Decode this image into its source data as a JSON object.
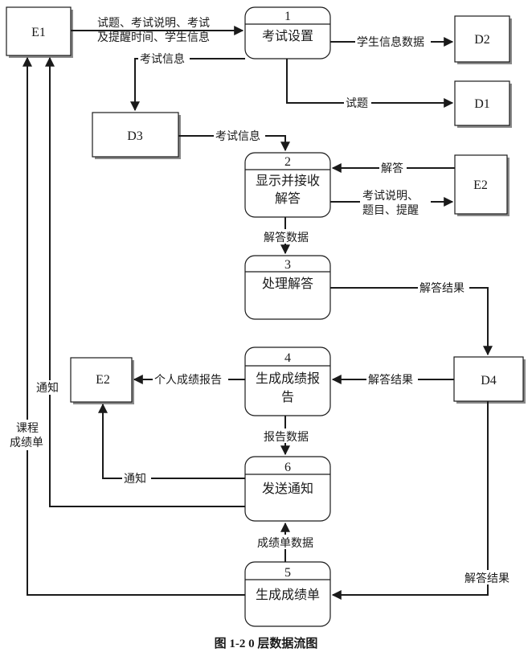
{
  "entities": {
    "e1": "E1",
    "e2_right": "E2",
    "e2_left": "E2",
    "d1": "D1",
    "d2": "D2",
    "d3": "D3",
    "d4": "D4"
  },
  "processes": {
    "p1": {
      "num": "1",
      "name": "考试设置"
    },
    "p2": {
      "num": "2",
      "line1": "显示并接收",
      "line2": "解答"
    },
    "p3": {
      "num": "3",
      "name": "处理解答"
    },
    "p4": {
      "num": "4",
      "line1": "生成成绩报",
      "line2": "告"
    },
    "p6": {
      "num": "6",
      "name": "发送通知"
    },
    "p5": {
      "num": "5",
      "name": "生成成绩单"
    }
  },
  "flows": {
    "e1_p1_line1": "试题、考试说明、考试",
    "e1_p1_line2": "及提醒时间、学生信息",
    "p1_d2": "学生信息数据",
    "p1_d3": "考试信息",
    "p1_d1": "试题",
    "d3_p2": "考试信息",
    "e2_p2": "解答",
    "p2_e2_line1": "考试说明、",
    "p2_e2_line2": "题目、提醒",
    "p2_p3": "解答数据",
    "p3_d4": "解答结果",
    "d4_p4": "解答结果",
    "p4_e2": "个人成绩报告",
    "p4_p6": "报告数据",
    "p6_e2": "通知",
    "p6_e1": "通知",
    "p5_e1_line1": "课程",
    "p5_e1_line2": "成绩单",
    "p5_p6": "成绩单数据",
    "d4_p5": "解答结果"
  },
  "caption": "图 1-2   0 层数据流图"
}
